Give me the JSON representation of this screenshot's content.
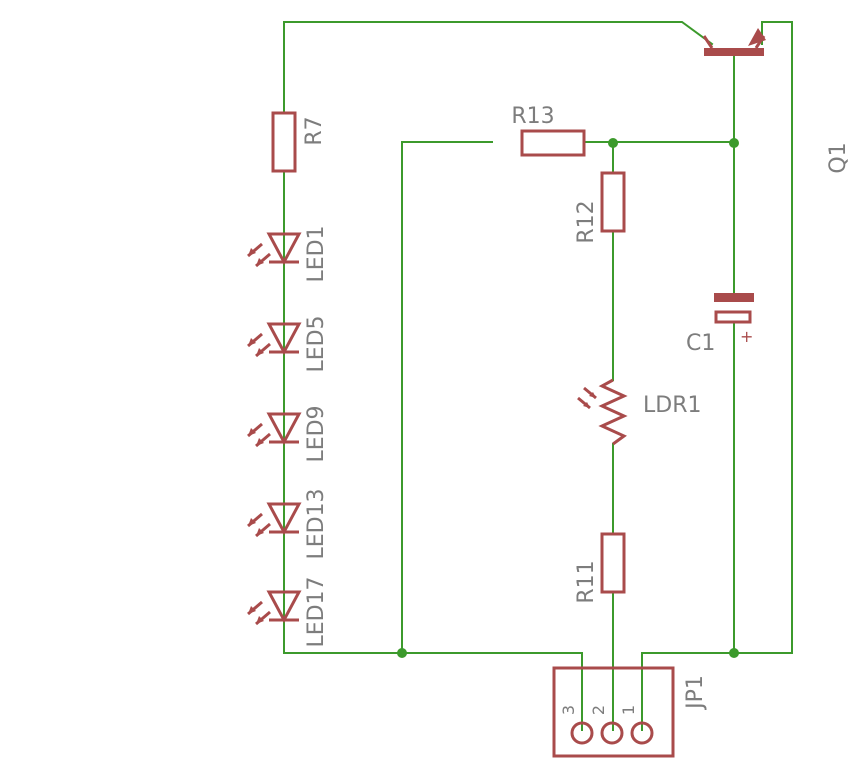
{
  "components": {
    "r7": "R7",
    "r13": "R13",
    "r12": "R12",
    "r11": "R11",
    "ldr1": "LDR1",
    "c1": "C1",
    "c1_polarity": "+",
    "q1": "Q1",
    "jp1": "JP1",
    "leds": [
      "LED1",
      "LED5",
      "LED9",
      "LED13",
      "LED17"
    ]
  },
  "header_pins": [
    "3",
    "2",
    "1"
  ],
  "colors": {
    "wire": "#3c9a2c",
    "component": "#a94b4b",
    "label": "#7d7d7d",
    "background": "#ffffff"
  }
}
